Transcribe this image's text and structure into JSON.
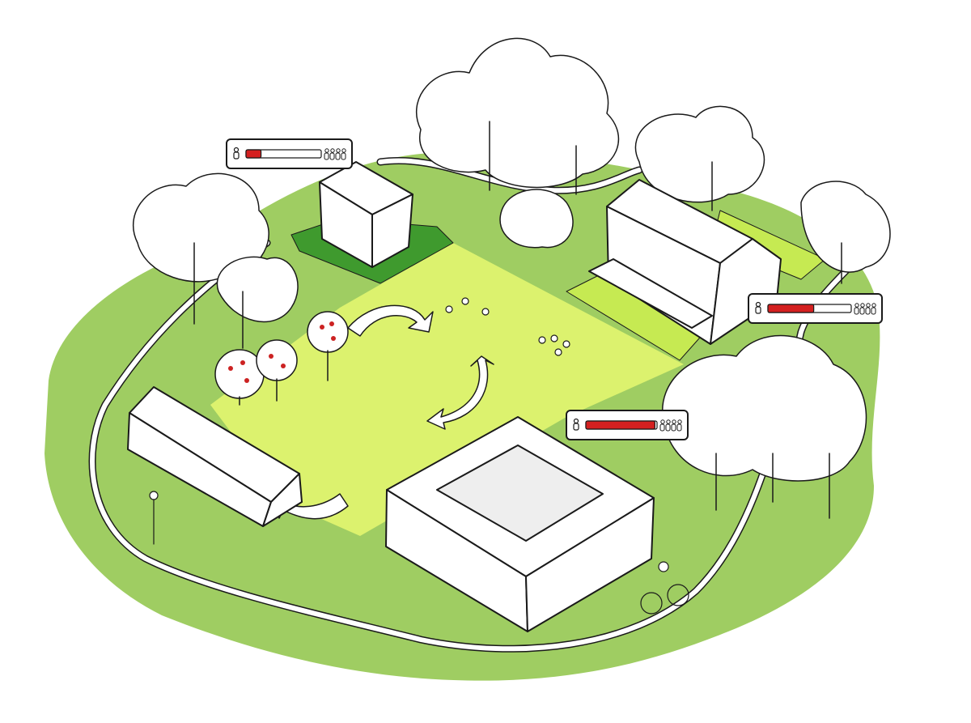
{
  "colors": {
    "grass": "#9fcd62",
    "field": "#dcf26e",
    "dark_green": "#3f9a2e",
    "bright_green": "#b6e04a",
    "outline": "#1a1a1a",
    "building": "#ffffff",
    "bar_fill": "#d42020"
  },
  "callouts": [
    {
      "name": "occupancy-callout-cube",
      "icon_left": "single-person-icon",
      "icon_right": "crowd-icon",
      "occupancy": 0.2
    },
    {
      "name": "occupancy-callout-long-building",
      "icon_left": "single-person-icon",
      "icon_right": "crowd-icon",
      "occupancy": 0.55
    },
    {
      "name": "occupancy-callout-courtyard",
      "icon_left": "single-person-icon",
      "icon_right": "crowd-icon",
      "occupancy": 0.97
    }
  ]
}
